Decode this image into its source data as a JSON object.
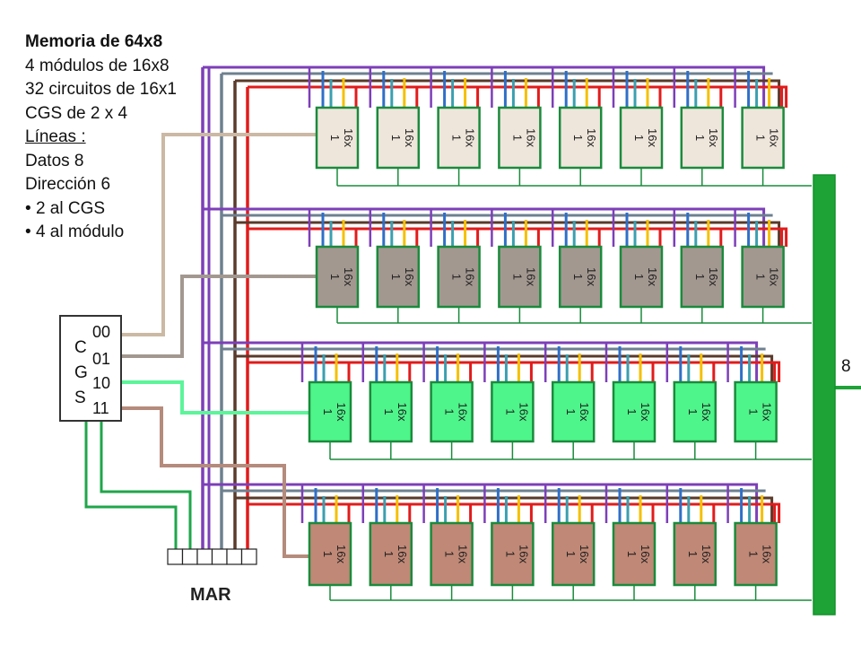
{
  "info": {
    "title": "Memoria de 64x8",
    "lines": [
      "4 módulos de 16x8",
      "32 circuitos de 16x1",
      "CGS de 2 x 4",
      "Líneas :",
      "Datos 8",
      "Dirección 6"
    ],
    "bullets": [
      "2 al CGS",
      "4 al módulo"
    ]
  },
  "cgs": {
    "letters": [
      "C",
      "G",
      "S"
    ],
    "outputs": [
      "00",
      "01",
      "10",
      "11"
    ]
  },
  "chip_label": {
    "top": "16x",
    "bottom": "1"
  },
  "modules": [
    {
      "name": "module-00",
      "fill": "#efe6db"
    },
    {
      "name": "module-01",
      "fill": "#a39890"
    },
    {
      "name": "module-10",
      "fill": "#4ef58a"
    },
    {
      "name": "module-11",
      "fill": "#c08876"
    }
  ],
  "mar": {
    "label": "MAR",
    "bits": 6
  },
  "data_bus": {
    "label": "8",
    "color": "#1da336"
  },
  "colors": {
    "chip_border": "#1a8b3c",
    "addr_blue": "#2f6fc8",
    "addr_teal": "#3b9fb0",
    "addr_yellow": "#f5c000",
    "addr_red": "#e21b1b",
    "addr_brown": "#5a3a2a",
    "addr_gray": "#6e8090",
    "addr_purple": "#7d3fb8",
    "select_00": "#cbb9a4",
    "select_01": "#a39890",
    "select_10": "#5df59a",
    "select_11": "#b58b7c",
    "cgs_input": "#1fa64a"
  }
}
